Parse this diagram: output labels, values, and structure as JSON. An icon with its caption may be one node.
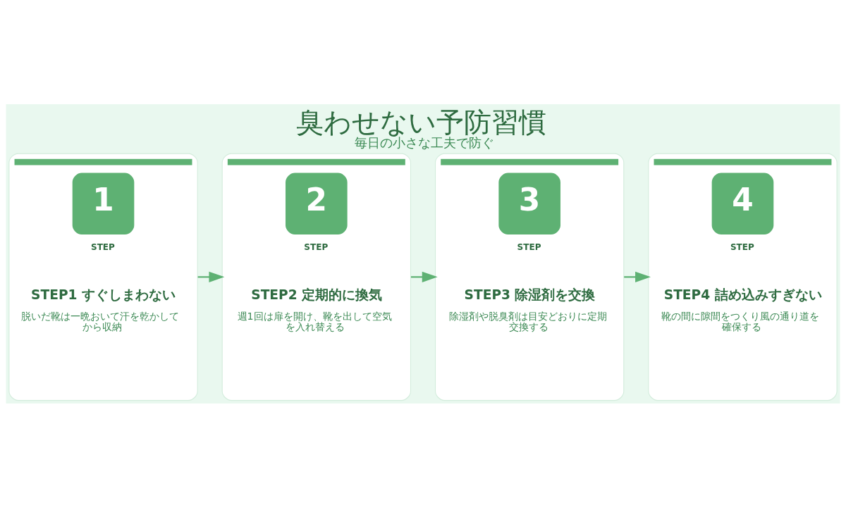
{
  "diagram": {
    "title": "臭わせない予防習慣",
    "caption": "毎日の小さな工夫で防ぐ",
    "nodes": [
      {
        "text": [
          "1",
          "STEP",
          "STEP1 すぐしまわない",
          "脱いだ靴は一晩おいて汗を乾かしてから収納"
        ]
      },
      {
        "text": [
          "2",
          "STEP",
          "STEP2 定期的に換気",
          "週1回は扉を開け、靴を出して空気を入れ替える"
        ]
      },
      {
        "text": [
          "3",
          "STEP",
          "STEP3 除湿剤を交換",
          "除湿剤や脱臭剤は目安どおりに定期交換する"
        ]
      },
      {
        "text": [
          "4",
          "STEP",
          "STEP4 詰め込みすぎない",
          "靴の間に隙間をつくり風の通り道を確保する"
        ]
      }
    ],
    "edges": [
      {
        "from": 0,
        "to": 1,
        "arrow": "to"
      },
      {
        "from": 1,
        "to": 2,
        "arrow": "to"
      },
      {
        "from": 2,
        "to": 3,
        "arrow": "to"
      }
    ]
  }
}
